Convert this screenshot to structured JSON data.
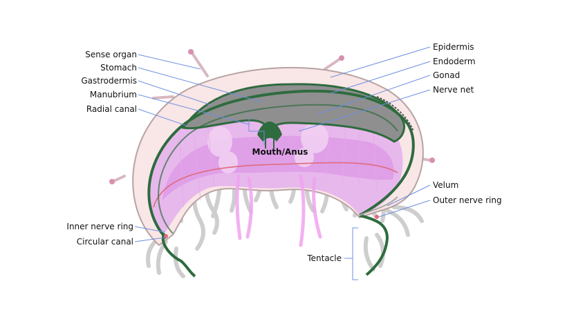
{
  "diagram": {
    "labels": {
      "sense_organ": "Sense organ",
      "stomach": "Stomach",
      "gastrodermis": "Gastrodermis",
      "manubrium": "Manubrium",
      "radial_canal": "Radial canal",
      "epidermis": "Epidermis",
      "endoderm": "Endoderm",
      "gonad": "Gonad",
      "nerve_net": "Nerve net",
      "mouth_anus": "Mouth/Anus",
      "velum": "Velum",
      "outer_nerve_ring": "Outer nerve ring",
      "inner_nerve_ring": "Inner nerve ring",
      "circular_canal": "Circular canal",
      "tentacle": "Tentacle"
    },
    "colors": {
      "background": "#ffffff",
      "umbrella_outer": "#f9e6e6",
      "umbrella_edge": "#b8a2a2",
      "gastrodermis": "#2e6b3e",
      "stomach": "#8f8f8f",
      "subumbrella": "#e7b8ec",
      "subumbrella_deep": "#d07de0",
      "nerve_ring": "#e16a7a",
      "gonad": "#f1d0f2",
      "tentacle": "#e7e7e7",
      "leader_line": "#6d8fe0"
    }
  }
}
